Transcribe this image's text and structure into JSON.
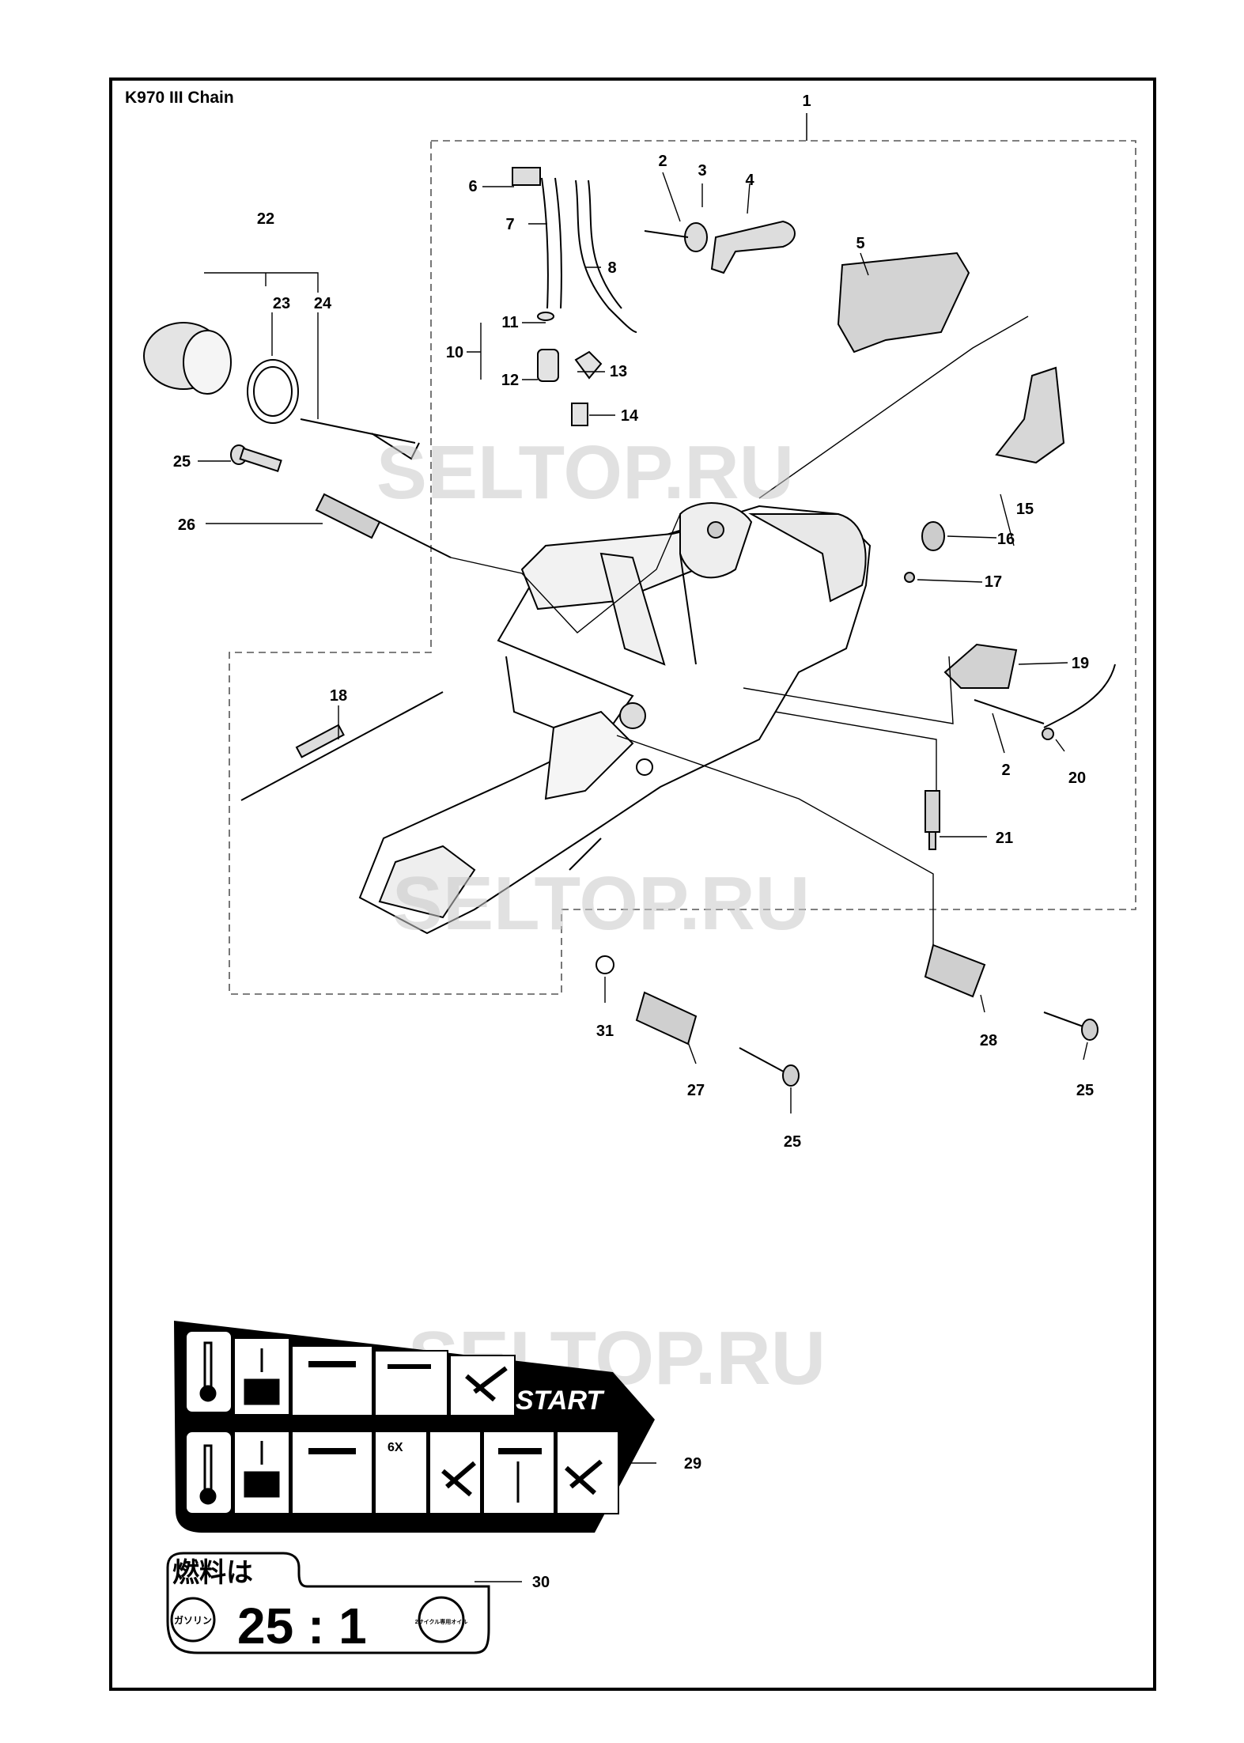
{
  "title": "K970 III Chain",
  "watermark": "SELTOP.RU",
  "callouts": [
    {
      "label": "1"
    },
    {
      "label": "2"
    },
    {
      "label": "3"
    },
    {
      "label": "4"
    },
    {
      "label": "5"
    },
    {
      "label": "6"
    },
    {
      "label": "7"
    },
    {
      "label": "8"
    },
    {
      "label": "10"
    },
    {
      "label": "11"
    },
    {
      "label": "12"
    },
    {
      "label": "13"
    },
    {
      "label": "14"
    },
    {
      "label": "15"
    },
    {
      "label": "16"
    },
    {
      "label": "17"
    },
    {
      "label": "18"
    },
    {
      "label": "19"
    },
    {
      "label": "2"
    },
    {
      "label": "20"
    },
    {
      "label": "21"
    },
    {
      "label": "22"
    },
    {
      "label": "23"
    },
    {
      "label": "24"
    },
    {
      "label": "25"
    },
    {
      "label": "26"
    },
    {
      "label": "27"
    },
    {
      "label": "28"
    },
    {
      "label": "25"
    },
    {
      "label": "25"
    },
    {
      "label": "29"
    },
    {
      "label": "30"
    },
    {
      "label": "31"
    }
  ],
  "decal": {
    "start_label": "START",
    "pump_count": "6X"
  },
  "fuel_label": {
    "heading": "燃料は",
    "gasoline": "ガソリン",
    "ratio": "25 : 1",
    "oil": "2サイクル専用オイル"
  },
  "colors": {
    "ink": "#000000",
    "part_gray": "#d8d8d8",
    "watermark": "#c9c9c9"
  }
}
